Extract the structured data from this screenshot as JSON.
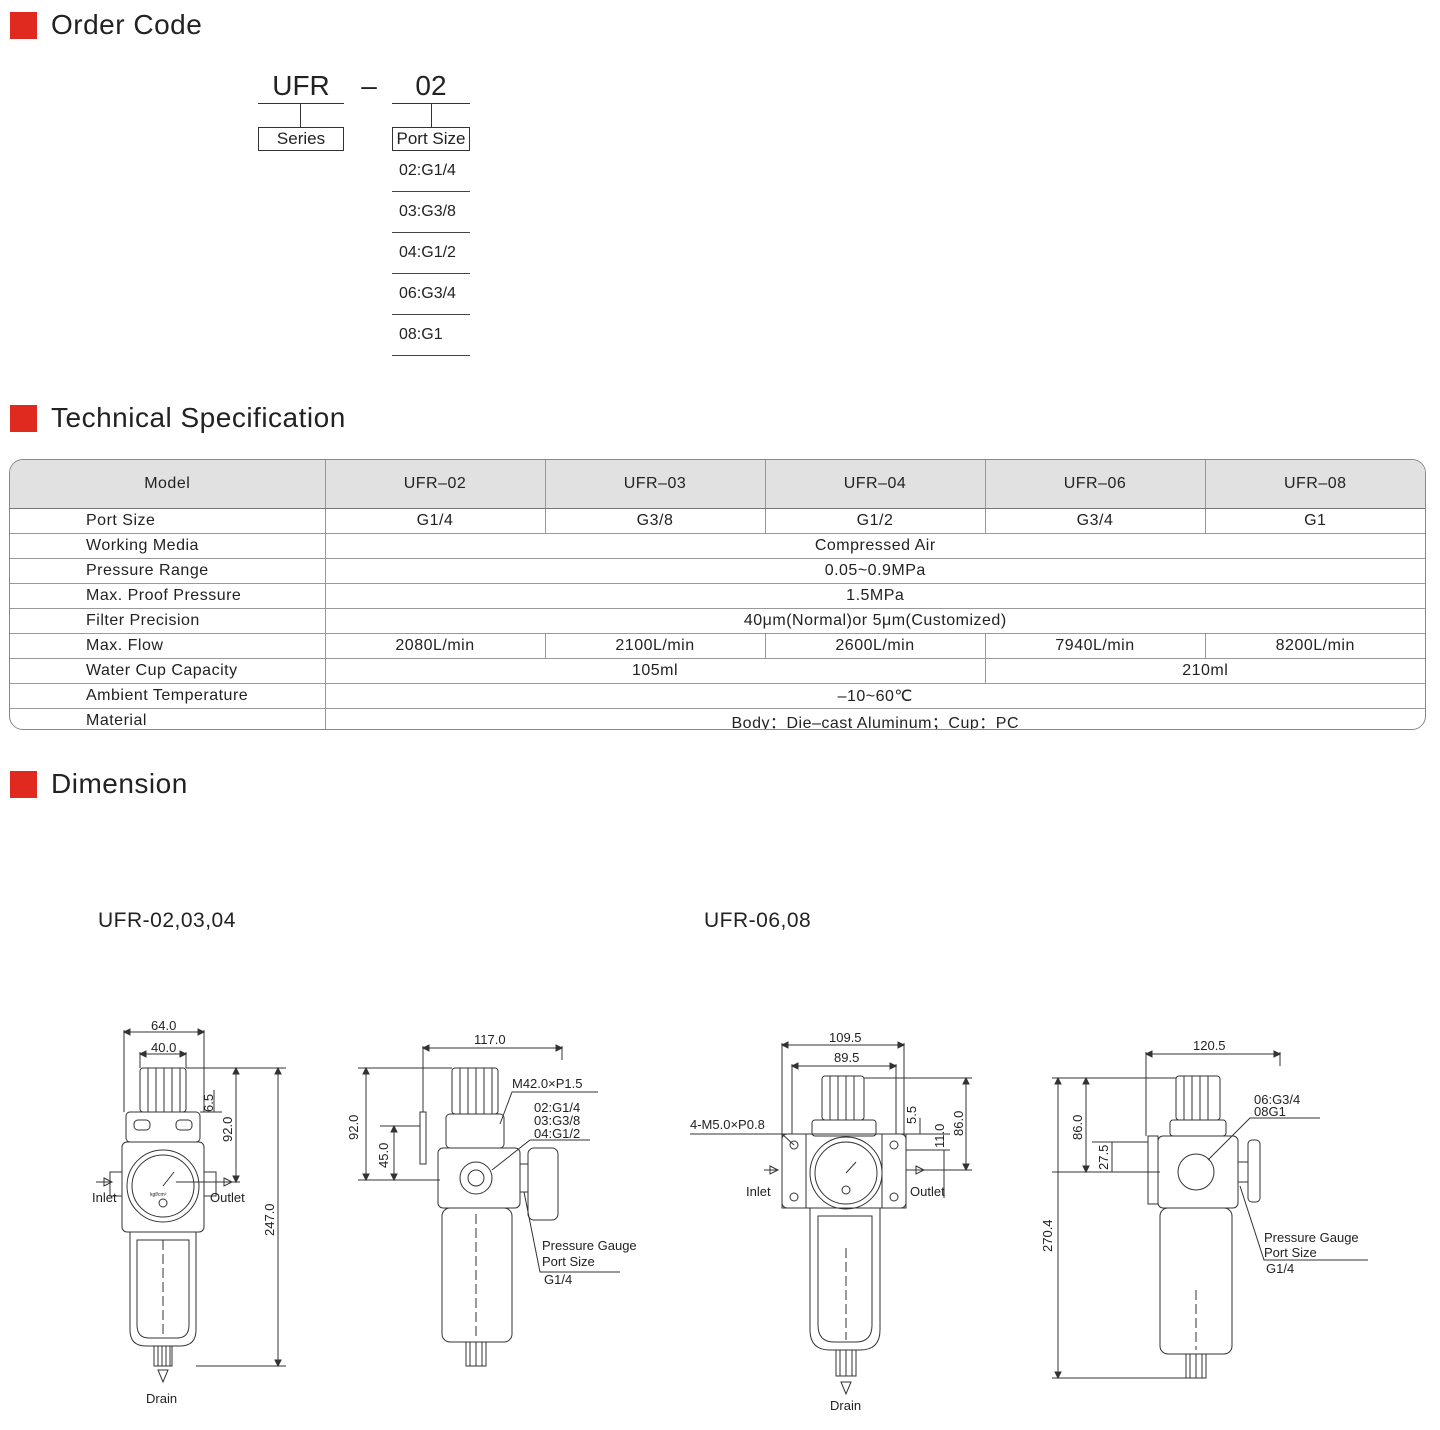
{
  "sections": {
    "order_code": "Order Code",
    "tech_spec": "Technical Specification",
    "dimension": "Dimension"
  },
  "order_code": {
    "series_code": "UFR",
    "dash": "–",
    "port_code": "02",
    "series_label": "Series",
    "port_label": "Port Size",
    "port_options": [
      "02:G1/4",
      "03:G3/8",
      "04:G1/2",
      "06:G3/4",
      "08:G1"
    ]
  },
  "spec": {
    "headers": [
      "Model",
      "UFR–02",
      "UFR–03",
      "UFR–04",
      "UFR–06",
      "UFR–08"
    ],
    "rows": {
      "port_size": {
        "label": "Port Size",
        "values": [
          "G1/4",
          "G3/8",
          "G1/2",
          "G3/4",
          "G1"
        ]
      },
      "working_media": {
        "label": "Working Media",
        "value": "Compressed Air"
      },
      "pressure_range": {
        "label": "Pressure Range",
        "value": "0.05~0.9MPa"
      },
      "proof_pressure": {
        "label": "Max. Proof Pressure",
        "value": "1.5MPa"
      },
      "filter_precision": {
        "label": "Filter Precision",
        "value": "40μm(Normal)or 5μm(Customized)"
      },
      "max_flow": {
        "label": "Max. Flow",
        "values": [
          "2080L/min",
          "2100L/min",
          "2600L/min",
          "7940L/min",
          "8200L/min"
        ]
      },
      "water_cup": {
        "label": "Water Cup Capacity",
        "small": "105ml",
        "large": "210ml"
      },
      "ambient_temp": {
        "label": "Ambient Temperature",
        "value": "–10~60℃"
      },
      "material": {
        "label": "Material",
        "value": "Body：Die–cast Aluminum；Cup：PC"
      }
    }
  },
  "dimension": {
    "group_small": "UFR-02,03,04",
    "group_large": "UFR-06,08",
    "d1": {
      "w_outer": "64.0",
      "w_inner": "40.0",
      "h_top": "6.5",
      "h_mid": "92.0",
      "h_total": "247.0",
      "inlet": "Inlet",
      "outlet": "Outlet",
      "drain": "Drain"
    },
    "d2": {
      "w": "117.0",
      "h1": "92.0",
      "h2": "45.0",
      "thread": "M42.0×P1.5",
      "ports": [
        "02:G1/4",
        "03:G3/8",
        "04:G1/2"
      ],
      "gauge_1": "Pressure Gauge",
      "gauge_2": "Port Size",
      "gauge_3": "G1/4"
    },
    "d3": {
      "w_outer": "109.5",
      "w_inner": "89.5",
      "h_a": "5.5",
      "h_b": "11.0",
      "h_c": "86.0",
      "mount": "4-M5.0×P0.8",
      "inlet": "Inlet",
      "outlet": "Outlet",
      "drain": "Drain"
    },
    "d4": {
      "w": "120.5",
      "h1": "86.0",
      "h2": "27.5",
      "h_total": "270.4",
      "ports": [
        "06:G3/4",
        "08G1"
      ],
      "gauge_1": "Pressure Gauge",
      "gauge_2": "Port Size",
      "gauge_3": "G1/4"
    },
    "gauge_unit": "kgf/cm²"
  },
  "colors": {
    "accent": "#e02a1f",
    "header_bg": "#e1e1e1"
  }
}
